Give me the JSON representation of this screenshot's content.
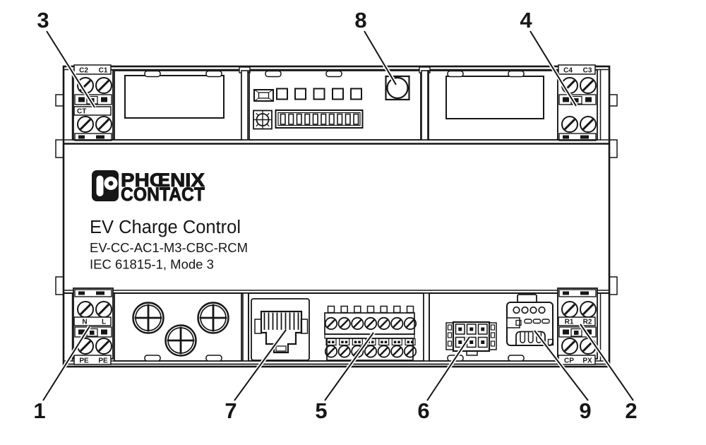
{
  "product": {
    "brand_line1": "PHŒNIX",
    "brand_line2": "CONTACT",
    "title": "EV Charge Control",
    "model": "EV-CC-AC1-M3-CBC-RCM",
    "standard": "IEC 61815-1, Mode 3"
  },
  "terminal_labels": {
    "c2": "C2",
    "c1": "C1",
    "ct": "CT",
    "c4": "C4",
    "c3": "C3",
    "n": "N",
    "l": "L",
    "pe_left": "PE",
    "pe_right": "PE",
    "r1": "R1",
    "r2": "R2",
    "cp": "CP",
    "px": "PX"
  },
  "callouts": [
    {
      "label": "1"
    },
    {
      "label": "2"
    },
    {
      "label": "3"
    },
    {
      "label": "4"
    },
    {
      "label": "5"
    },
    {
      "label": "6"
    },
    {
      "label": "7"
    },
    {
      "label": "8"
    },
    {
      "label": "9"
    }
  ],
  "colors": {
    "line": "#161616",
    "background": "#ffffff"
  }
}
